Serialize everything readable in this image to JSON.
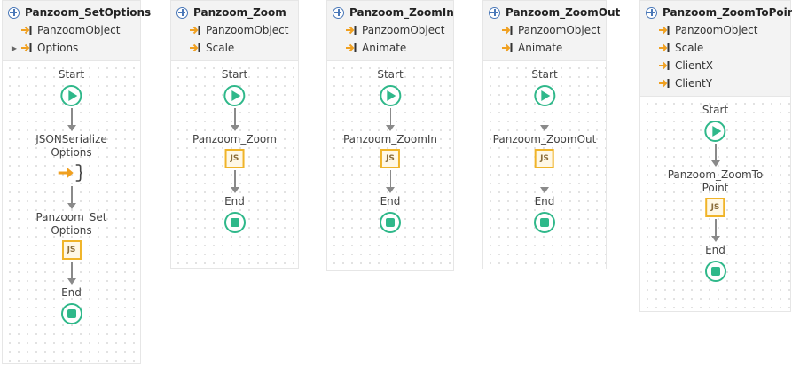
{
  "actions": [
    {
      "title": "Panzoom_SetOptions",
      "parameters": [
        {
          "name": "PanzoomObject",
          "expandable": false
        },
        {
          "name": "Options",
          "expandable": true
        }
      ],
      "flow": {
        "start": "Start",
        "steps": [
          {
            "label_lines": [
              "JSONSerialize",
              "Options"
            ],
            "icon": "json-serialize-icon"
          },
          {
            "label_lines": [
              "Panzoom_Set",
              "Options"
            ],
            "icon": "javascript-icon"
          }
        ],
        "end": "End"
      }
    },
    {
      "title": "Panzoom_Zoom",
      "parameters": [
        {
          "name": "PanzoomObject",
          "expandable": false
        },
        {
          "name": "Scale",
          "expandable": false
        }
      ],
      "flow": {
        "start": "Start",
        "steps": [
          {
            "label_lines": [
              "Panzoom_Zoom"
            ],
            "icon": "javascript-icon"
          }
        ],
        "end": "End"
      }
    },
    {
      "title": "Panzoom_ZoomIn",
      "parameters": [
        {
          "name": "PanzoomObject",
          "expandable": false
        },
        {
          "name": "Animate",
          "expandable": false
        }
      ],
      "flow": {
        "start": "Start",
        "steps": [
          {
            "label_lines": [
              "Panzoom_ZoomIn"
            ],
            "icon": "javascript-icon"
          }
        ],
        "end": "End"
      }
    },
    {
      "title": "Panzoom_ZoomOut",
      "parameters": [
        {
          "name": "PanzoomObject",
          "expandable": false
        },
        {
          "name": "Animate",
          "expandable": false
        }
      ],
      "flow": {
        "start": "Start",
        "steps": [
          {
            "label_lines": [
              "Panzoom_ZoomOut"
            ],
            "icon": "javascript-icon"
          }
        ],
        "end": "End"
      }
    },
    {
      "title": "Panzoom_ZoomToPoint",
      "parameters": [
        {
          "name": "PanzoomObject",
          "expandable": false
        },
        {
          "name": "Scale",
          "expandable": false
        },
        {
          "name": "ClientX",
          "expandable": false
        },
        {
          "name": "ClientY",
          "expandable": false
        }
      ],
      "flow": {
        "start": "Start",
        "steps": [
          {
            "label_lines": [
              "Panzoom_ZoomTo",
              "Point"
            ],
            "icon": "javascript-icon"
          }
        ],
        "end": "End"
      }
    }
  ],
  "colors": {
    "start_end": "#2fb88a",
    "js_border": "#f0b429",
    "param_arrow": "#f0a020",
    "connector": "#8a8a8a",
    "title_icon": "#4a78b8"
  }
}
